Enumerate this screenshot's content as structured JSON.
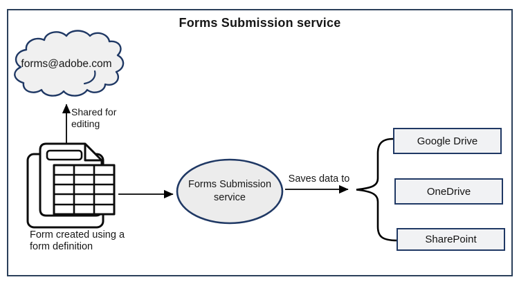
{
  "diagram": {
    "title": "Forms Submission service",
    "cloud": {
      "label": "forms@adobe.com"
    },
    "form": {
      "caption": "Form created using a form definition"
    },
    "arrows": {
      "shared_for_editing_label": "Shared for editing",
      "saves_data_to_label": "Saves data to"
    },
    "service_ellipse": {
      "label": "Forms Submission service"
    },
    "destinations": [
      {
        "label": "Google Drive"
      },
      {
        "label": "OneDrive"
      },
      {
        "label": "SharePoint"
      }
    ],
    "colors": {
      "shape_border": "#1f3864",
      "shape_fill": "#f1f2f4",
      "frame_border": "#2a3f5a",
      "arrow": "#000000",
      "text": "#161616"
    }
  }
}
